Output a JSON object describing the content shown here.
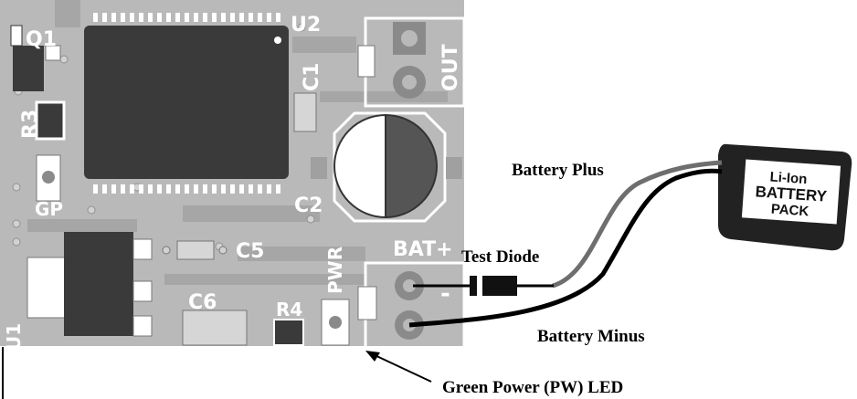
{
  "board": {
    "labels": {
      "q1": "Q1",
      "u2": "U2",
      "c1": "C1",
      "r3": "R3",
      "c2": "C2",
      "gp": "GP",
      "c5": "C5",
      "c6": "C6",
      "r4": "R4",
      "pwr": "PWR",
      "out": "OUT",
      "bat_plus": "BAT+",
      "bat_minus": "-",
      "u1": "U1"
    }
  },
  "callouts": {
    "battery_plus": "Battery Plus",
    "battery_minus": "Battery Minus",
    "test_diode": "Test Diode",
    "green_led": "Green Power (PW) LED"
  },
  "battery_pack": {
    "line1": "Li-Ion",
    "line2": "BATTERY",
    "line3": "PACK"
  },
  "colors": {
    "board": "#b9b9b9",
    "trace": "#a6a6a6",
    "chip": "#3a3a3a",
    "pad": "#8a8a8a",
    "wire_plus": "#6e6e6e",
    "wire_minus": "#000000"
  }
}
